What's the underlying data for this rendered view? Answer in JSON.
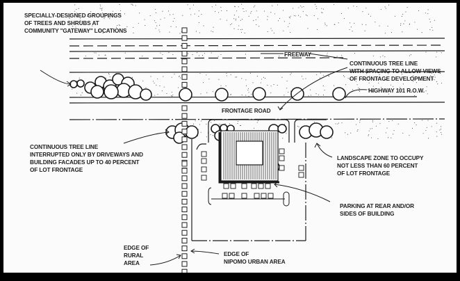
{
  "labels": {
    "gateway": "SPECIALLY-DESIGNED GROUPINGS\nOF TREES AND SHRUBS AT\nCOMMUNITY \"GATEWAY\" LOCATIONS",
    "freeway": "FREEWAY",
    "continuous_views": "CONTINUOUS TREE LINE\nWITH SPACING TO ALLOW VIEWS\nOF FRONTAGE DEVELOPMENT",
    "highway_row": "HIGHWAY 101 R.O.W.",
    "frontage_road": "FRONTAGE ROAD",
    "continuous_interrupted": "CONTINUOUS TREE LINE\nINTERRUPTED ONLY BY DRIVEWAYS AND\nBUILDING FACADES UP TO 40 PERCENT\nOF LOT FRONTAGE",
    "landscape_zone": "LANDSCAPE ZONE TO OCCUPY\nNOT LESS THAN 60 PERCENT\nOF LOT FRONTAGE",
    "parking": "PARKING AT REAR AND/OR\nSIDES OF BUILDING",
    "edge_rural": "EDGE OF\nRURAL\nAREA",
    "edge_urban": "EDGE OF\nNIPOMO URBAN AREA"
  },
  "colors": {
    "ink": "#1a1a1a",
    "paper": "#fbfbfb",
    "frame": "#000000"
  }
}
